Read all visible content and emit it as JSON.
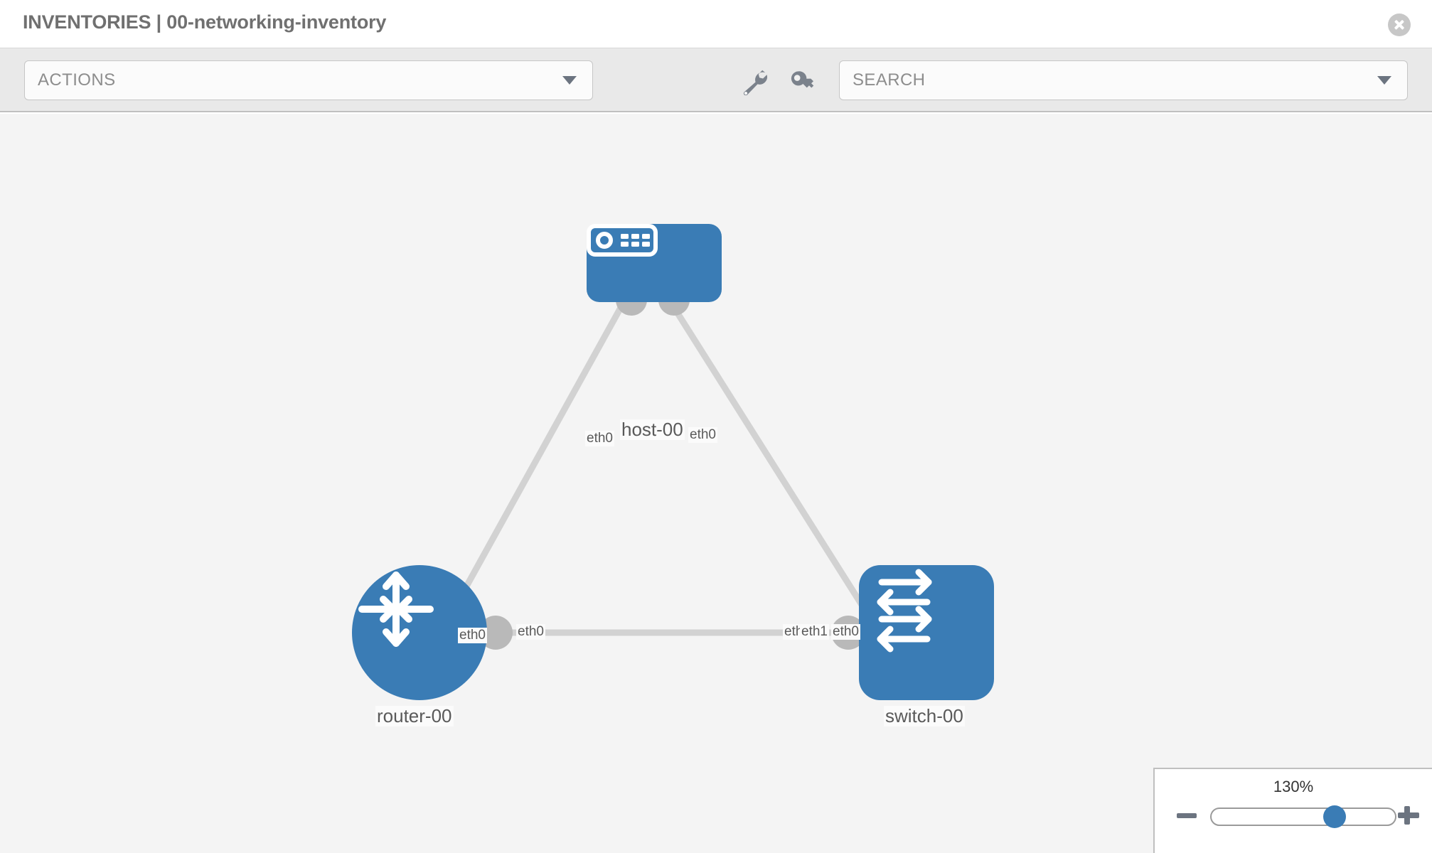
{
  "header": {
    "title": "INVENTORIES | 00-networking-inventory",
    "close_label": "",
    "close_icon": "close-circle-icon"
  },
  "toolbar": {
    "actions_label": "ACTIONS",
    "actions_caret_icon": "chevron-down-icon",
    "wrench_icon": "wrench-icon",
    "key_icon": "key-icon",
    "search_placeholder": "SEARCH",
    "search_value": "",
    "search_caret_icon": "chevron-down-icon"
  },
  "topology": {
    "accent_color": "#3a7cb5",
    "link_color": "#d2d2d2",
    "connector_color": "#b9b9b9",
    "canvas_color": "#f4f4f4",
    "nodes": [
      {
        "id": "host-00",
        "label": "host-00",
        "icon": "server-icon",
        "shape": "rounded-rect"
      },
      {
        "id": "router-00",
        "label": "router-00",
        "icon": "router-icon",
        "shape": "circle"
      },
      {
        "id": "switch-00",
        "label": "switch-00",
        "icon": "switch-icon",
        "shape": "rounded-square"
      }
    ],
    "links": [
      {
        "from": "host-00",
        "to": "router-00",
        "from_interface": "eth0",
        "to_interface": "eth0"
      },
      {
        "from": "host-00",
        "to": "switch-00",
        "from_interface": "eth0",
        "to_interface": "eth0"
      },
      {
        "from": "router-00",
        "to": "switch-00",
        "from_interface": "eth0",
        "to_interface": "eth1"
      }
    ],
    "edge_labels": {
      "host_left": "eth0",
      "host_right": "eth0",
      "router_up": "eth0",
      "switch_up": "eth0",
      "router_right": "eth0",
      "switch_left_under": "eth0",
      "switch_left_over": "eth1"
    }
  },
  "zoom": {
    "value_label": "130%",
    "percent": 130,
    "handle_position_pct": 67,
    "minus_icon": "minus-icon",
    "plus_icon": "plus-icon"
  }
}
